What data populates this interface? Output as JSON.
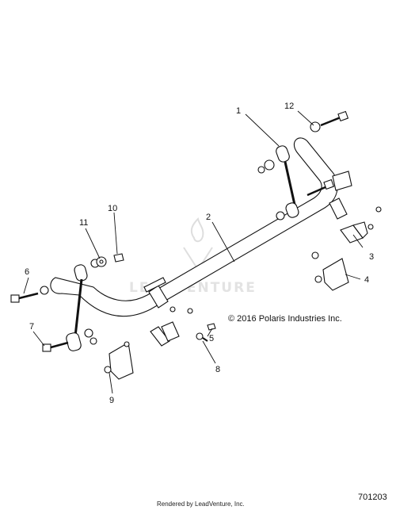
{
  "diagram": {
    "callouts": [
      {
        "label": "1"
      },
      {
        "label": "2"
      },
      {
        "label": "3"
      },
      {
        "label": "4"
      },
      {
        "label": "5"
      },
      {
        "label": "6"
      },
      {
        "label": "7"
      },
      {
        "label": "8"
      },
      {
        "label": "9"
      },
      {
        "label": "10"
      },
      {
        "label": "11"
      },
      {
        "label": "12"
      }
    ],
    "copyright": "© 2016 Polaris Industries Inc.",
    "diagram_number": "701203",
    "watermark": "LEADVENTURE",
    "footer": "Rendered by LeadVenture, Inc.",
    "colors": {
      "line": "#111111",
      "background": "#ffffff",
      "watermark": "#e3e3e3"
    }
  }
}
